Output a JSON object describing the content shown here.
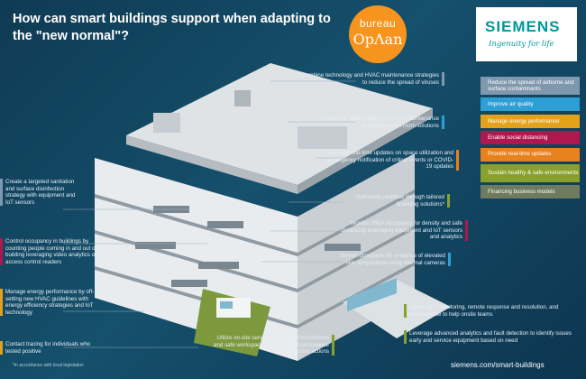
{
  "title": "How can smart buildings support when adapting to the \"new normal\"?",
  "logos": {
    "bureau_line1": "bureau",
    "bureau_line2": "OpΛan",
    "siemens": "SIEMENS",
    "siemens_tagline": "Ingenuity for life"
  },
  "legend": [
    {
      "label": "Reduce the spread of airborne and surface contaminants",
      "color": "#7f98ad"
    },
    {
      "label": "Improve air quality",
      "color": "#2e9fd4"
    },
    {
      "label": "Manage energy performance",
      "color": "#e3a21a"
    },
    {
      "label": "Enable social distancing",
      "color": "#b0174e"
    },
    {
      "label": "Provide real-time updates",
      "color": "#e8821e"
    },
    {
      "label": "Sustain healthy & safe environments",
      "color": "#8aa02c"
    },
    {
      "label": "Financing business models",
      "color": "#6e7b5e"
    }
  ],
  "callouts": {
    "c1": {
      "text": "Combine technology and HVAC maintenance strategies to reduce the spread of viruses",
      "color": "#7f98ad"
    },
    "c2": {
      "text": "Improve air quality with new HVAC maintenance strategies and in room solutions",
      "color": "#2e9fd4"
    },
    "c3": {
      "text": "Provide real-time updates on space utilization and emergency notification of critical events or COVID-19 updates",
      "color": "#e8821e"
    },
    "c4": {
      "text": "Create a targeted sanitation and surface disinfection strategy with equipment and IoT sensors",
      "color": "#7f98ad"
    },
    "c5": {
      "text": "Optimized cashflow through tailored financing solutions*",
      "color": "#8aa02c"
    },
    "c6": {
      "text": "Monitor office occupancy for density and safe distancing leveraging equipment and IoT sensors and analytics",
      "color": "#b0174e"
    },
    "c7": {
      "text": "Control occupancy in buildings by counting people coming in and out of a building leveraging video analytics or access control readers",
      "color": "#b0174e"
    },
    "c8": {
      "text": "Screen occupants for evidence of elevated skin temperature using thermal cameras",
      "color": "#2e9fd4"
    },
    "c9": {
      "text": "Manage energy performance by off-setting new HVAC guidelines with energy efficiency strategies and IoT technology",
      "color": "#e3a21a"
    },
    "c10": {
      "text": "Utilize 24/7 monitoring, remote response and resolution, and maintenance to help onsite teams",
      "color": "#8aa02c"
    },
    "c11": {
      "text": "Contact tracing for individuals who tested positive",
      "color": "#e3a21a"
    },
    "c12": {
      "text": "Utilize on-site service, with skilled technicians and safe workspace planning, for maintenance and corrective actions",
      "color": "#8aa02c"
    },
    "c13": {
      "text": "Leverage advanced analytics and fault detection to identify issues early and service equipment based on need",
      "color": "#8aa02c"
    }
  },
  "footnote": "*in accordance with local legislation",
  "url": "siemens.com/smart-buildings"
}
